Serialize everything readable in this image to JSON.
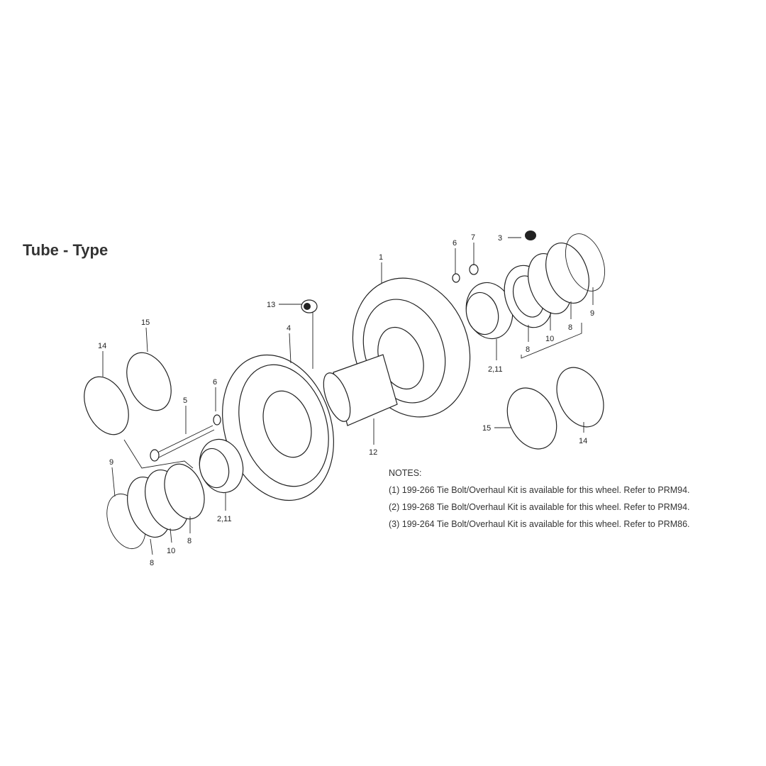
{
  "title": "Tube - Type",
  "labels": {
    "p1": "1",
    "p3": "3",
    "p6a": "6",
    "p7": "7",
    "p211a": "2,11",
    "p8a": "8",
    "p10a": "10",
    "p8b": "8",
    "p9a": "9",
    "p13": "13",
    "p4": "4",
    "p15a": "15",
    "p14a": "14",
    "p6b": "6",
    "p5": "5",
    "p12": "12",
    "p15b": "15",
    "p14b": "14",
    "p9b": "9",
    "p211b": "2,11",
    "p10b": "10",
    "p8c": "8",
    "p8d": "8"
  },
  "notes": {
    "heading": "NOTES:",
    "items": [
      "(1)  199-266 Tie Bolt/Overhaul Kit is available for this wheel. Refer to PRM94.",
      "(2)  199-268 Tie Bolt/Overhaul Kit is available for this wheel. Refer to PRM94.",
      "(3)  199-264 Tie Bolt/Overhaul Kit is available for this wheel. Refer to PRM86."
    ]
  }
}
